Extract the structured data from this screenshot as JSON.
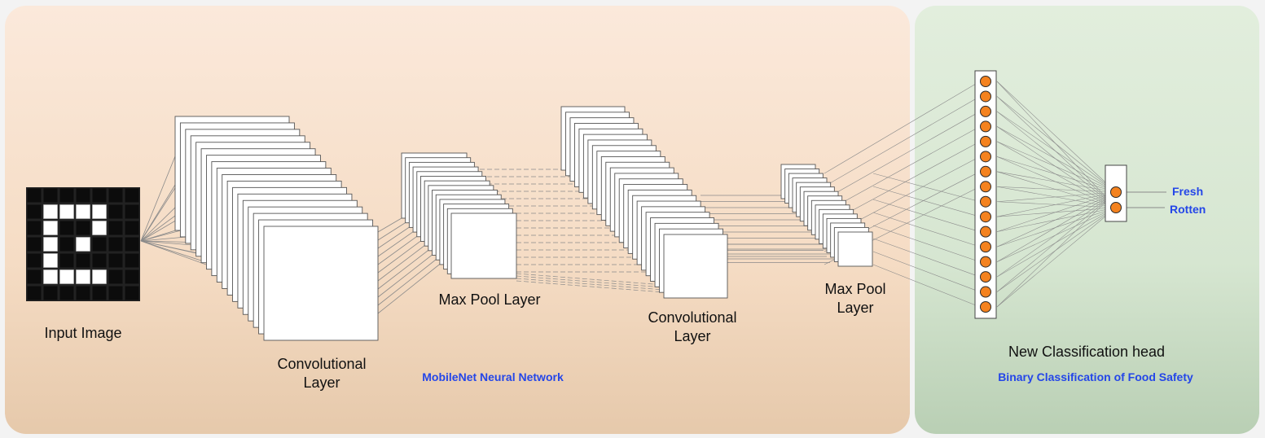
{
  "diagram": {
    "panels": [
      {
        "id": "mobilenet",
        "caption": "MobileNet Neural Network",
        "fill": "#f6e0cb"
      },
      {
        "id": "head",
        "caption": "Binary Classification of Food Safety",
        "fill": "#d8e7d3"
      }
    ],
    "labels": {
      "input_image": "Input Image",
      "conv1_a": "Convolutional",
      "conv1_b": "Layer",
      "pool1": "Max Pool Layer",
      "conv2_a": "Convolutional",
      "conv2_b": "Layer",
      "pool2_a": "Max Pool",
      "pool2_b": "Layer",
      "head_title": "New Classification head",
      "head_caption": "Binary Classification of Food Safety",
      "net_caption": "MobileNet Neural Network"
    },
    "outputs": [
      "Fresh",
      "Rotten"
    ],
    "dense_neuron_count": 16,
    "output_neuron_count": 2,
    "input_grid": {
      "rows": 7,
      "cols": 7,
      "white_cells": [
        [
          1,
          1
        ],
        [
          1,
          2
        ],
        [
          1,
          3
        ],
        [
          1,
          4
        ],
        [
          2,
          1
        ],
        [
          2,
          4
        ],
        [
          3,
          1
        ],
        [
          3,
          3
        ],
        [
          4,
          1
        ],
        [
          5,
          1
        ],
        [
          5,
          2
        ],
        [
          5,
          3
        ],
        [
          5,
          4
        ]
      ]
    },
    "colors": {
      "accent_text": "#2446e8",
      "neuron": "#f4821f",
      "map_stroke": "#555555",
      "connection": "#8a8a8a"
    }
  }
}
